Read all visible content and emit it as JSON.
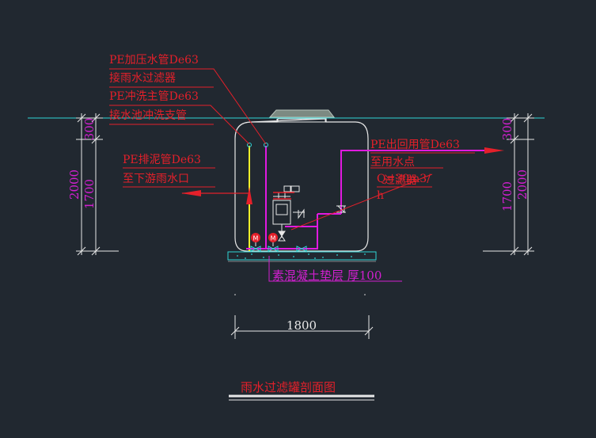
{
  "labels": {
    "pressure_pipe": "PE加压水管De63",
    "pressure_pipe_note": "接雨水过滤器",
    "flush_main": "PE冲洗主管De63",
    "flush_main_note": "接水池冲洗支管",
    "sludge_pipe": "PE排泥管De63",
    "sludge_pipe_note": "至下游雨水口",
    "outlet_pipe": "PE出回用管De63",
    "outlet_pipe_note": "至用水点",
    "filter_a": "Q=30m3/",
    "filter_b": "过滤器",
    "filter_c": "h",
    "base": "素混凝土垫层 厚100",
    "title": "雨水过滤罐剖面图"
  },
  "dimensions": {
    "left_top": "300",
    "left_total": "2000",
    "left_depth": "1700",
    "right_top": "300",
    "right_depth": "1700",
    "right_total": "2000",
    "width": "1800"
  },
  "valve_symbol": "M",
  "colors": {
    "background": "#212830",
    "annotation_red": "#e4202a",
    "dimension_magenta": "#d21fd0",
    "pipe_magenta": "#e11ae0",
    "pipe_yellow": "#f2ef2a",
    "ground_cyan": "#2ed6d6",
    "outline_white": "#e8e8e8"
  }
}
